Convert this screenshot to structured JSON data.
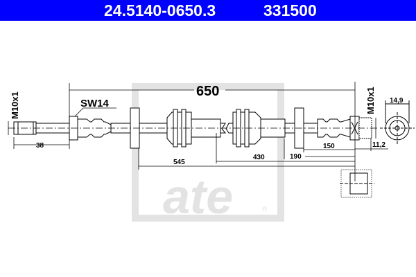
{
  "header": {
    "part_number": "24.5140-0650.3",
    "code": "331500",
    "background": "#0000ff"
  },
  "watermark": {
    "logo_text": "ate",
    "registered": "®"
  },
  "dimensions": {
    "overall_length": "650",
    "wrench_size": "SW14",
    "thread_left": "M10x1",
    "thread_right": "M10x1",
    "left_end": "38",
    "d545": "545",
    "d430": "430",
    "d190": "190",
    "d150": "150",
    "d11_2": "11,2",
    "d14_9": "14,9"
  }
}
